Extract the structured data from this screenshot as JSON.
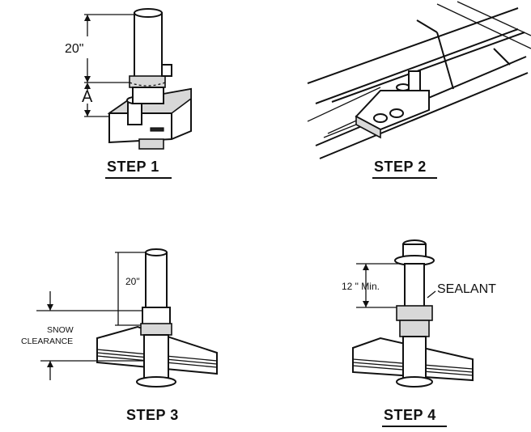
{
  "steps": [
    {
      "title": "STEP 1",
      "labels": {
        "height": "20\"",
        "dimension": "A"
      }
    },
    {
      "title": "STEP 2"
    },
    {
      "title": "STEP 3",
      "labels": {
        "height": "20\"",
        "snow_line1": "SNOW",
        "snow_line2": "CLEARANCE"
      }
    },
    {
      "title": "STEP 4",
      "labels": {
        "height": "12 \" Min.",
        "sealant": "SEALANT"
      }
    }
  ]
}
